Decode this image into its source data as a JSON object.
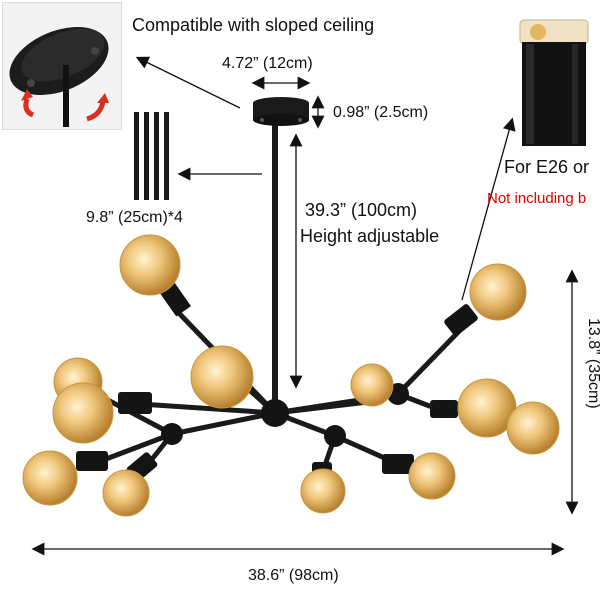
{
  "callouts": {
    "sloped_ceiling": "Compatible with sloped ceiling",
    "canopy_width": "4.72”  (12cm)",
    "canopy_height": "0.98”  (2.5cm)",
    "rods": "9.8”  (25cm)*4",
    "rod_length": "39.3”  (100cm)",
    "height_adjustable": "Height adjustable",
    "socket_type": "For E26 or",
    "bulbs_note": "Not including b",
    "fixture_height": "13.8”  (35cm)",
    "fixture_width": "38.6”  (98cm)"
  },
  "colors": {
    "metal": "#1a1a1a",
    "bulb_glass": "#e8b86a",
    "bulb_core": "#f6d99a",
    "arrow_red": "#d9301f",
    "note_red": "#e00000"
  }
}
